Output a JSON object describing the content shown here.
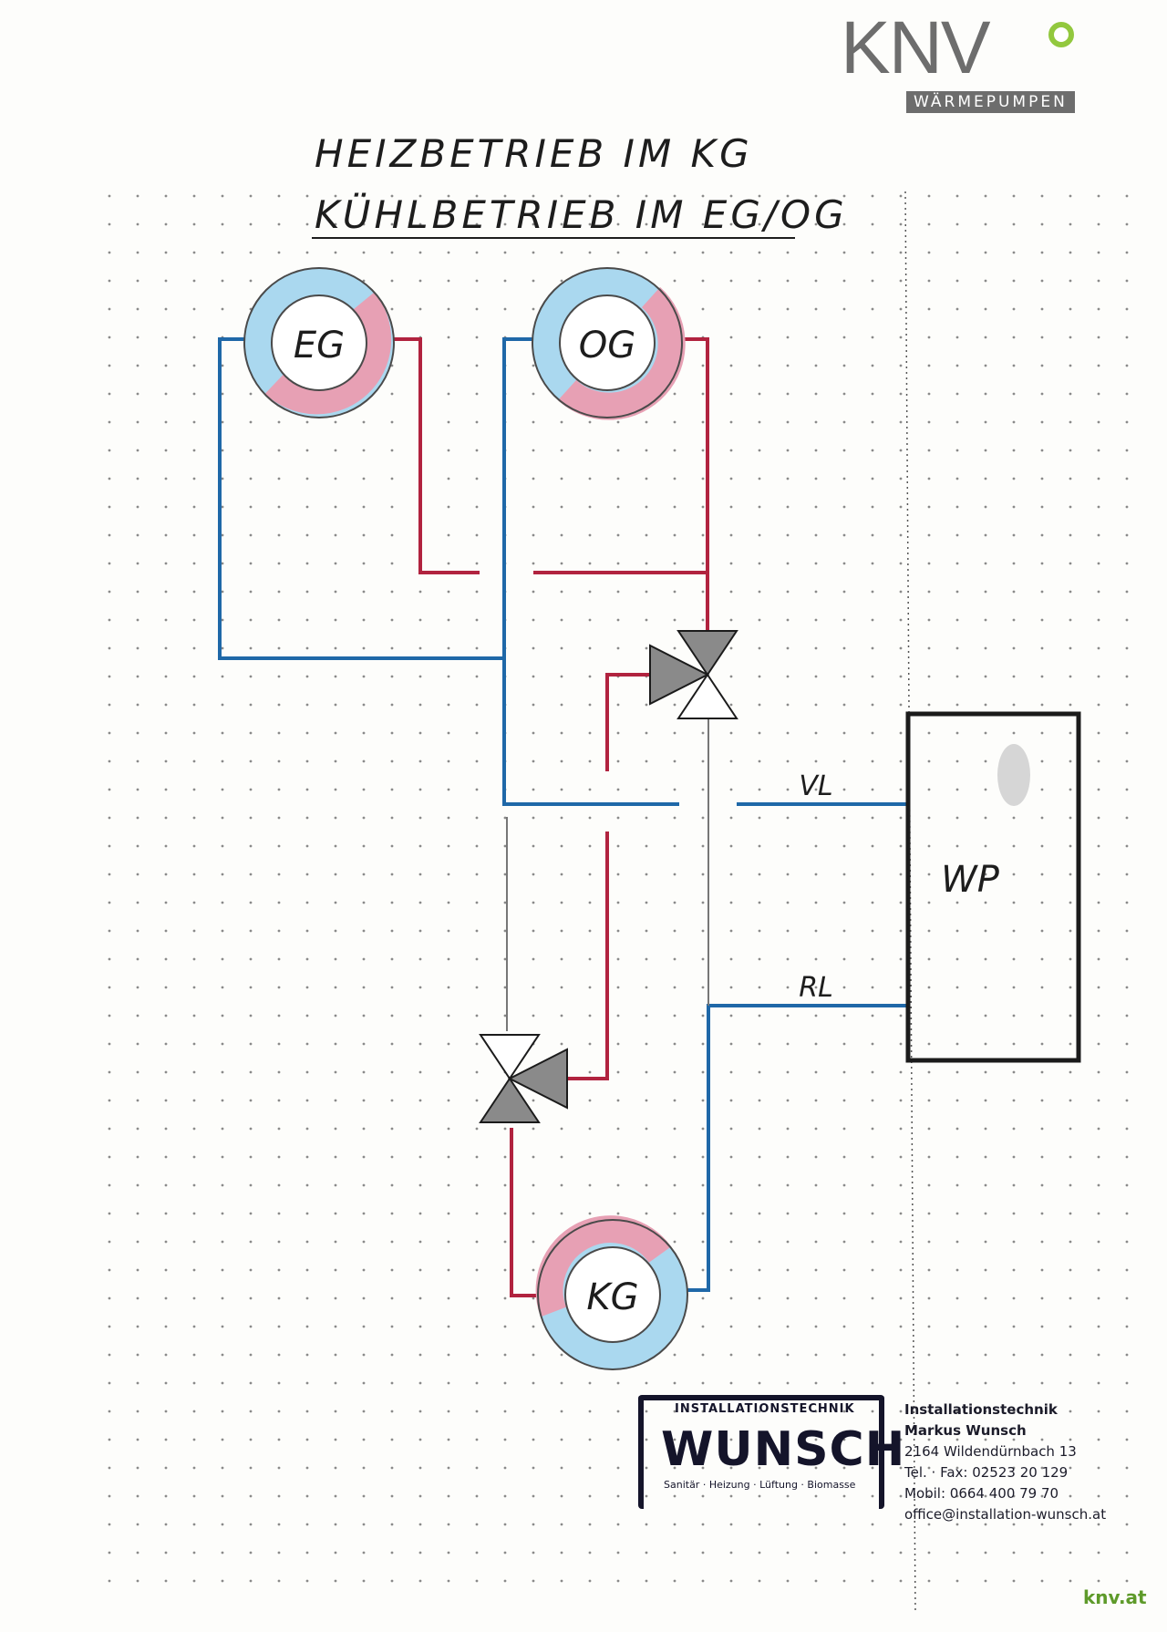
{
  "title": {
    "line1": "HEIZBETRIEB IM KG",
    "line2": "KÜHLBETRIEB IM EG/OG"
  },
  "logo": {
    "brand": "KNV",
    "tagline": "WÄRMEPUMPEN"
  },
  "diagram": {
    "zones": {
      "eg": "EG",
      "og": "OG",
      "kg": "KG"
    },
    "heat_pump": "WP",
    "flow_label": "VL",
    "return_label": "RL"
  },
  "colors": {
    "hot": "#b1233f",
    "cold": "#1f68a8",
    "ring_hot": "#e7a0b4",
    "ring_cold": "#aad8ef",
    "valve": "#8a8a8a",
    "ink": "#1b1b1b",
    "grid_dot": "#8a8a8a",
    "brand_green": "#92c83e"
  },
  "stamp": {
    "top": "INSTALLATIONSTECHNIK",
    "name": "WUNSCH",
    "sub": "Sanitär · Heizung · Lüftung · Biomasse"
  },
  "address": {
    "line1": "Installationstechnik",
    "line2": "Markus Wunsch",
    "line3": "2164 Wildendürnbach 13",
    "line4": "Tel. · Fax: 02523 20 129",
    "line5": "Mobil: 0664 400 79 70",
    "line6": "office@installation-wunsch.at"
  },
  "footer": {
    "url": "knv.at"
  }
}
